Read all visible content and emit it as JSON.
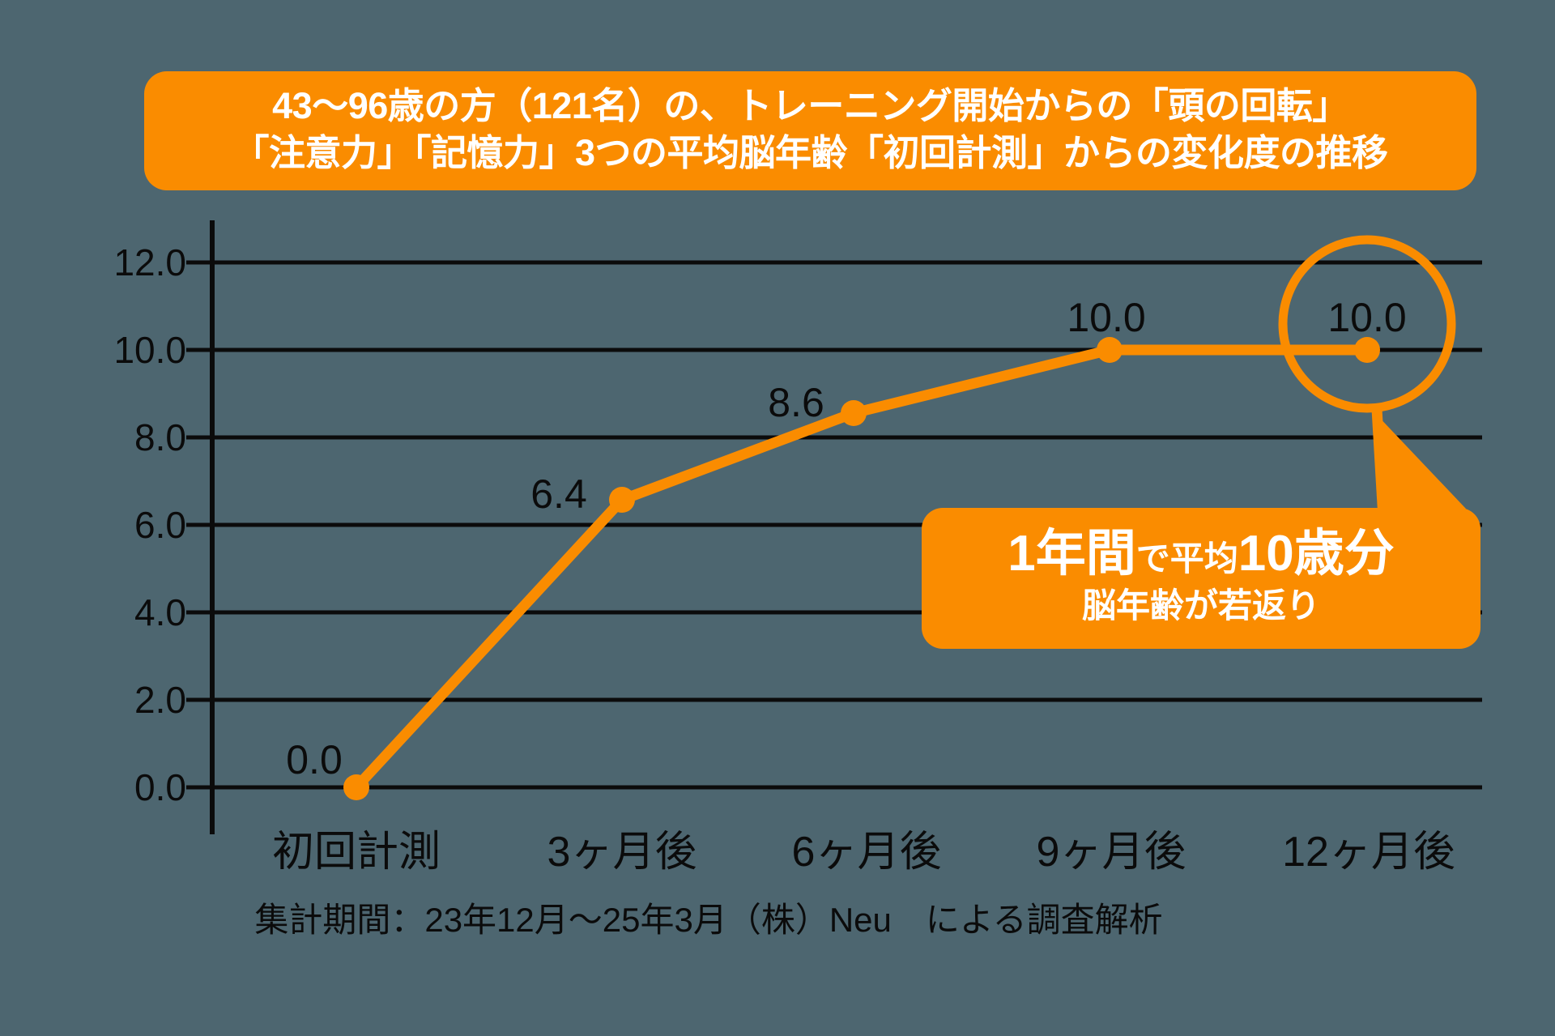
{
  "colors": {
    "background": "#4d6670",
    "accent": "#FA8C00",
    "axis": "#0b0b0b",
    "text_on_accent": "#ffffff"
  },
  "title": {
    "line1": "43〜96歳の方（121名）の、トレーニング開始からの「頭の回転」",
    "line2": "「注意力」「記憶力」3つの平均脳年齢「初回計測」からの変化度の推移"
  },
  "callout": {
    "line1_big_a": "1年間",
    "line1_small_a": "で平均",
    "line1_big_b": "10歳分",
    "line2": "脳年齢が若返り"
  },
  "footer": {
    "note": "集計期間：23年12月〜25年3月（株）Neu　による調査解析"
  },
  "chart_data": {
    "type": "line",
    "title": "43〜96歳の方（121名）の、トレーニング開始からの「頭の回転」「注意力」「記憶力」3つの平均脳年齢「初回計測」からの変化度の推移",
    "categories": [
      "初回計測",
      "3ヶ月後",
      "6ヶ月後",
      "9ヶ月後",
      "12ヶ月後"
    ],
    "values": [
      0.0,
      6.4,
      8.6,
      10.0,
      10.0
    ],
    "point_labels": [
      "0.0",
      "6.4",
      "8.6",
      "10.0",
      "10.0"
    ],
    "xlabel": "",
    "ylabel": "",
    "ylim": [
      0,
      12
    ],
    "yticks": [
      0.0,
      2.0,
      4.0,
      6.0,
      8.0,
      10.0,
      12.0
    ],
    "ytick_labels": [
      "0.0",
      "2.0",
      "4.0",
      "6.0",
      "8.0",
      "10.0",
      "12.0"
    ],
    "grid": true,
    "legend": false,
    "series_color": "#FA8C00",
    "highlight": {
      "category": "12ヶ月後",
      "value": 10.0,
      "style": "circle-annotation"
    },
    "annotation": "1年間で平均10歳分 脳年齢が若返り"
  }
}
